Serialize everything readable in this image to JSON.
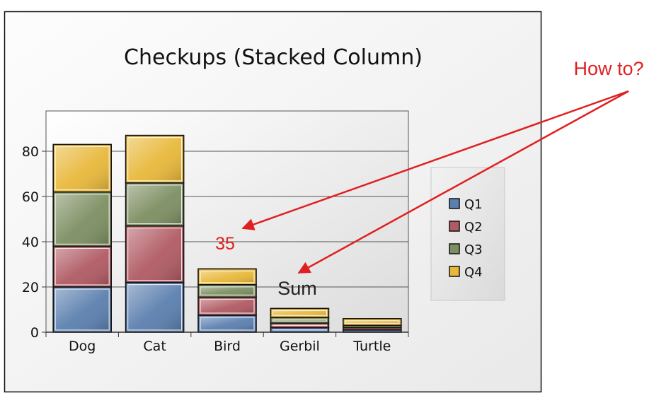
{
  "chart_data": {
    "type": "bar",
    "stacked": true,
    "title": "Checkups (Stacked Column)",
    "categories": [
      "Dog",
      "Cat",
      "Bird",
      "Gerbil",
      "Turtle"
    ],
    "series": [
      {
        "name": "Q1",
        "values": [
          20,
          22,
          7.5,
          2,
          1
        ],
        "color": "#5b7fae"
      },
      {
        "name": "Q2",
        "values": [
          18,
          25,
          8,
          2,
          1
        ],
        "color": "#b05a63"
      },
      {
        "name": "Q3",
        "values": [
          24,
          19,
          5.5,
          2.5,
          1
        ],
        "color": "#7d8f62"
      },
      {
        "name": "Q4",
        "values": [
          21,
          21,
          7,
          4,
          3
        ],
        "color": "#e8b83a"
      }
    ],
    "ylim": [
      0,
      95
    ],
    "yticks": [
      0,
      20,
      40,
      60,
      80
    ],
    "grid": true,
    "legend_position": "right"
  },
  "annotations": {
    "how_to": "How to?",
    "bar_total": "35",
    "sum": "Sum",
    "color": "#e02020"
  }
}
